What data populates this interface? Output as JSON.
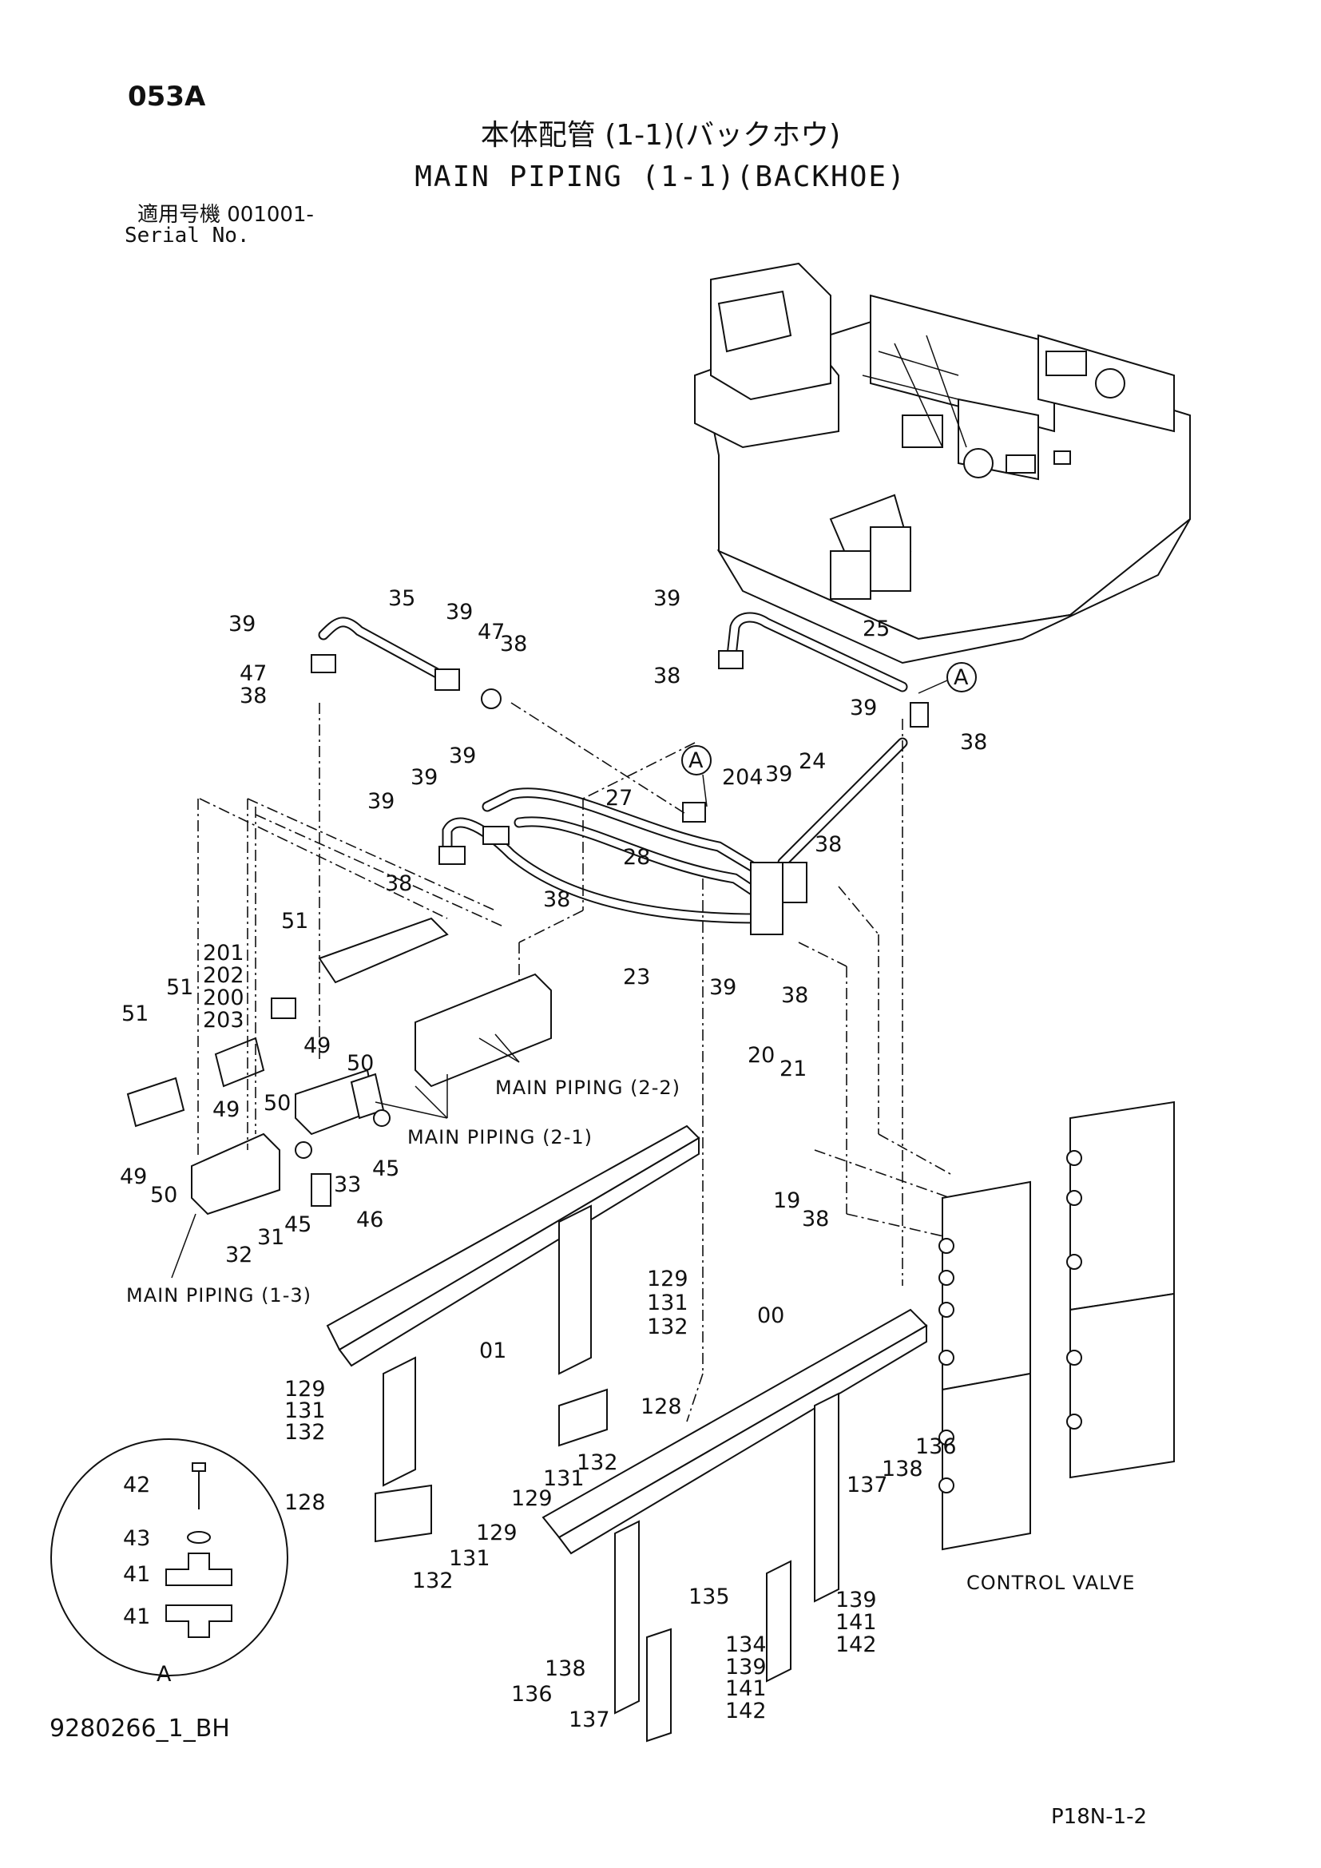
{
  "header": {
    "page_code": "053A",
    "title_jp": "本体配管 (1-1)(バックホウ)",
    "title_en": "MAIN PIPING (1-1)(BACKHOE)",
    "serial_label_jp": "適用号機  001001-",
    "serial_label_en": "Serial No."
  },
  "footer": {
    "doc_id": "9280266_1_BH",
    "page_ref": "P18N-1-2"
  },
  "captions": {
    "main_piping_2_2": "MAIN PIPING (2-2)",
    "main_piping_2_1": "MAIN PIPING (2-1)",
    "main_piping_1_3": "MAIN PIPING (1-3)",
    "control_valve": "CONTROL VALVE",
    "detail_a": "A",
    "view_a_1": "A",
    "view_a_2": "A"
  },
  "part_labels": [
    "35",
    "39",
    "39",
    "47",
    "38",
    "47",
    "38",
    "39",
    "25",
    "38",
    "39",
    "38",
    "39",
    "39",
    "39",
    "27",
    "204",
    "39",
    "24",
    "38",
    "28",
    "38",
    "38",
    "23",
    "39",
    "38",
    "51",
    "201",
    "202",
    "200",
    "203",
    "51",
    "51",
    "49",
    "50",
    "50",
    "49",
    "49",
    "50",
    "45",
    "33",
    "45",
    "46",
    "32",
    "31",
    "20",
    "21",
    "19",
    "38",
    "129",
    "131",
    "132",
    "01",
    "00",
    "128",
    "129",
    "131",
    "132",
    "128",
    "132",
    "131",
    "129",
    "132",
    "131",
    "129",
    "136",
    "138",
    "137",
    "135",
    "139",
    "141",
    "142",
    "134",
    "139",
    "141",
    "142",
    "138",
    "136",
    "137",
    "42",
    "43",
    "41",
    "41"
  ]
}
